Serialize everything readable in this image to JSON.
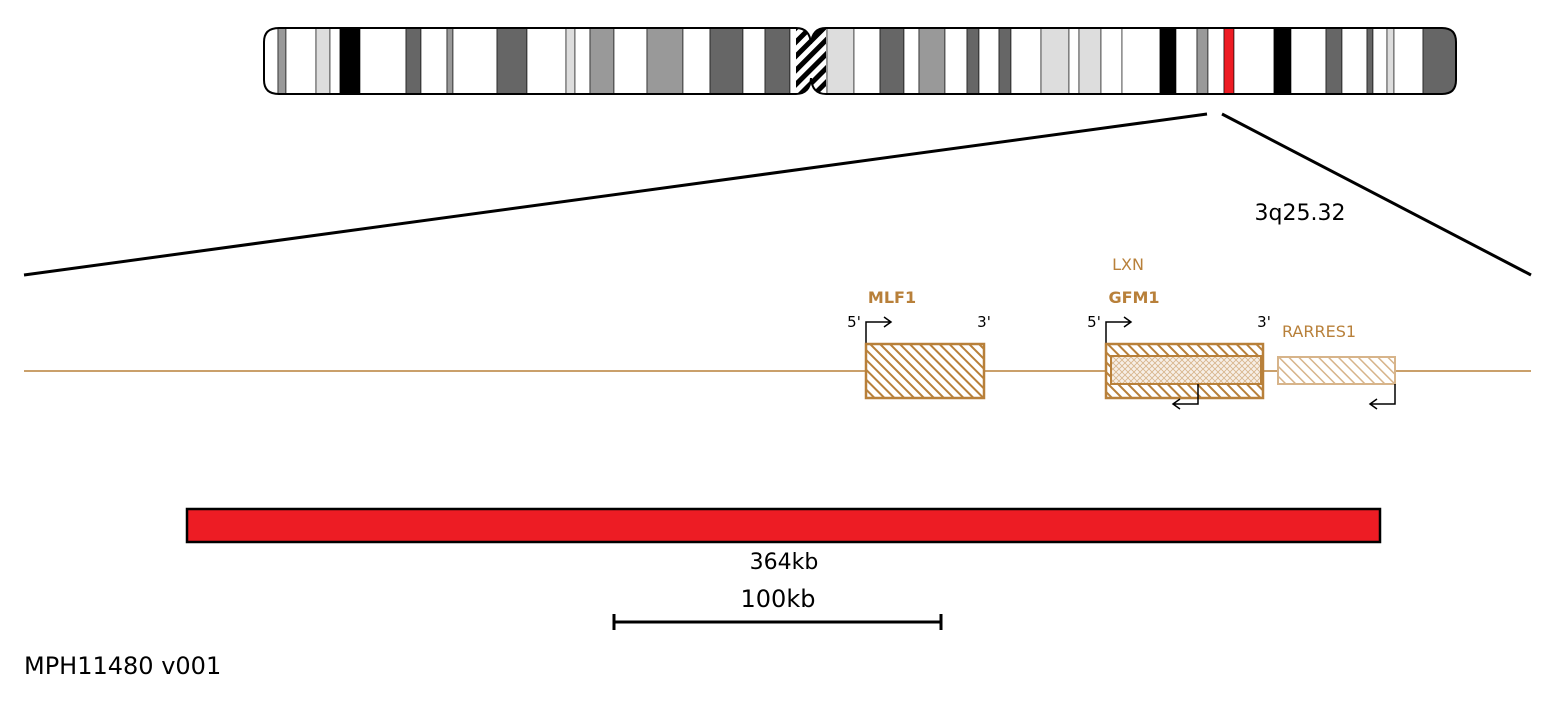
{
  "band_label": "3q25.32",
  "gene_color": "#b8803a",
  "deletion_color": "#ed1c24",
  "chromosome": {
    "bands": [
      "#ffffff",
      "#999999",
      "#ffffff",
      "#dddddd",
      "#ffffff",
      "#000000",
      "#ffffff",
      "#666666",
      "#ffffff",
      "#999999",
      "#ffffff",
      "#666666",
      "#ffffff",
      "#dddddd",
      "#ffffff",
      "#999999",
      "#ffffff",
      "#999999",
      "#ffffff",
      "#666666",
      "#ffffff",
      "#666666",
      "#ffffff",
      "#dddddd",
      "#ffffff",
      "#666666",
      "#ffffff",
      "#999999",
      "#ffffff",
      "#666666",
      "#ffffff",
      "#666666",
      "#ffffff",
      "#dddddd",
      "#ffffff",
      "#dddddd",
      "#ffffff",
      "#dddddd",
      "#ffffff",
      "#000000",
      "#ffffff",
      "#999999",
      "#ffffff",
      "#ed1c24",
      "#ffffff",
      "#000000",
      "#ffffff",
      "#666666",
      "#ffffff",
      "#666666",
      "#ffffff",
      "#dddddd",
      "#ffffff",
      "#666666"
    ]
  },
  "genes": {
    "mlf1": {
      "name": "MLF1",
      "five": "5'",
      "three": "3'"
    },
    "gfm1": {
      "name": "GFM1",
      "five": "5'",
      "three": "3'"
    },
    "lxn": {
      "name": "LXN"
    },
    "rarres1": {
      "name": "RARRES1"
    }
  },
  "deletion": {
    "size_label": "364kb"
  },
  "scale_bar": {
    "label": "100kb"
  },
  "version_label": "MPH11480 v001"
}
